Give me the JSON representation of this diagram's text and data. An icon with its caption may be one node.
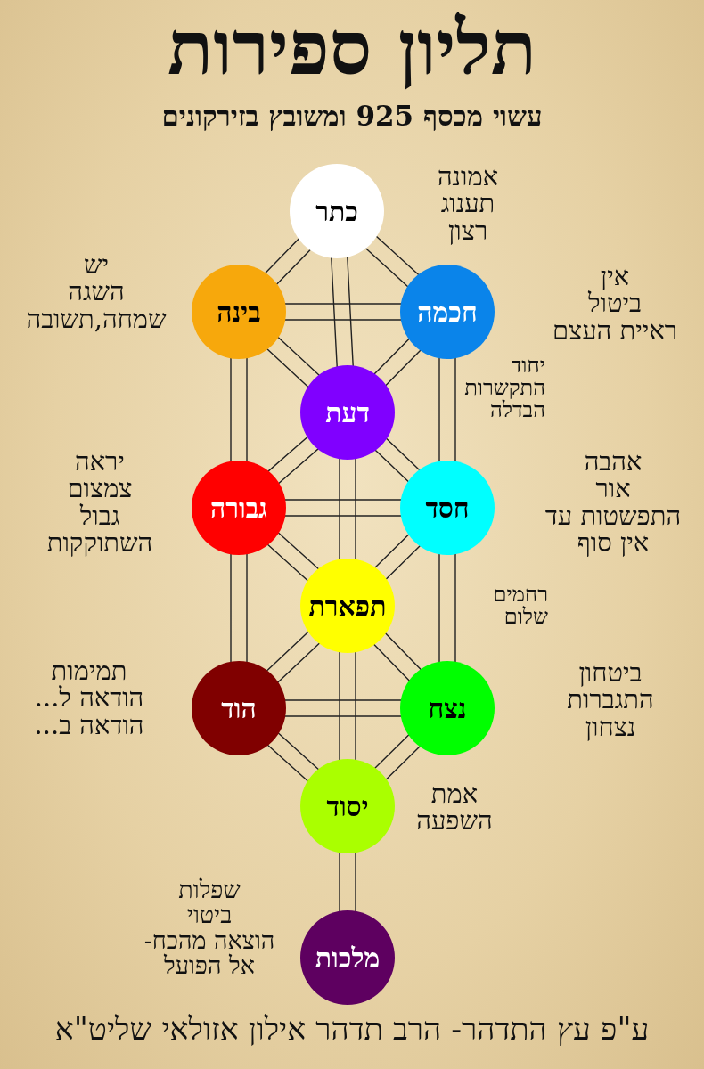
{
  "diagram": {
    "title": "תליון ספירות",
    "caption": "ע\"פ עץ התדהר- הרב תדהר אילון אזולאי שליט\"א",
    "labels": [
      "עשוי מכסף 925 ומשובץ בזירקונים"
    ],
    "nodes": [
      {
        "text": [
          "כתר"
        ],
        "beside": [
          "אמונה",
          "תענוג",
          "רצון"
        ]
      },
      {
        "text": [
          "בינה"
        ],
        "beside": [
          "יש",
          "השגה",
          "שמחה,תשובה"
        ]
      },
      {
        "text": [
          "חכמה"
        ],
        "beside": [
          "אין",
          "ביטול",
          "ראיית העצם"
        ]
      },
      {
        "text": [
          "דעת"
        ],
        "beside": [
          "יחוד",
          "התקשרות",
          "הבדלה"
        ]
      },
      {
        "text": [
          "גבורה"
        ],
        "beside": [
          "יראה",
          "צמצום",
          "גבול",
          "השתוקקות"
        ]
      },
      {
        "text": [
          "חסד"
        ],
        "beside": [
          "אהבה",
          "אור",
          "התפשטות עד אין סוף"
        ]
      },
      {
        "text": [
          "תפארת"
        ],
        "beside": [
          "רחמים",
          "שלום"
        ]
      },
      {
        "text": [
          "הוד"
        ],
        "beside": [
          "תמימות",
          "הודאה ל...",
          "הודאה ב..."
        ]
      },
      {
        "text": [
          "נצח"
        ],
        "beside": [
          "ביטחון",
          "התגברות",
          "נצחון"
        ]
      },
      {
        "text": [
          "יסוד"
        ],
        "beside": [
          "אמת",
          "השפעה"
        ]
      },
      {
        "text": [
          "מלכות"
        ],
        "beside": [
          "שפלות",
          "ביטוי",
          "הוצאה מהכח- אל הפועל"
        ]
      }
    ],
    "edges": [
      {
        "from": 0,
        "to": 2,
        "arrow": "none"
      },
      {
        "from": 0,
        "to": 1,
        "arrow": "none"
      },
      {
        "from": 0,
        "to": 3,
        "arrow": "none"
      },
      {
        "from": 1,
        "to": 2,
        "arrow": "none"
      },
      {
        "from": 1,
        "to": 3,
        "arrow": "none"
      },
      {
        "from": 2,
        "to": 3,
        "arrow": "none"
      },
      {
        "from": 1,
        "to": 4,
        "arrow": "none"
      },
      {
        "from": 2,
        "to": 5,
        "arrow": "none"
      },
      {
        "from": 3,
        "to": 4,
        "arrow": "none"
      },
      {
        "from": 3,
        "to": 5,
        "arrow": "none"
      },
      {
        "from": 3,
        "to": 6,
        "arrow": "none"
      },
      {
        "from": 4,
        "to": 5,
        "arrow": "none"
      },
      {
        "from": 4,
        "to": 6,
        "arrow": "none"
      },
      {
        "from": 5,
        "to": 6,
        "arrow": "none"
      },
      {
        "from": 4,
        "to": 7,
        "arrow": "none"
      },
      {
        "from": 5,
        "to": 8,
        "arrow": "none"
      },
      {
        "from": 6,
        "to": 7,
        "arrow": "none"
      },
      {
        "from": 6,
        "to": 8,
        "arrow": "none"
      },
      {
        "from": 7,
        "to": 8,
        "arrow": "none"
      },
      {
        "from": 6,
        "to": 9,
        "arrow": "none"
      },
      {
        "from": 7,
        "to": 9,
        "arrow": "none"
      },
      {
        "from": 8,
        "to": 9,
        "arrow": "none"
      },
      {
        "from": 9,
        "to": 10,
        "arrow": "none"
      }
    ]
  }
}
